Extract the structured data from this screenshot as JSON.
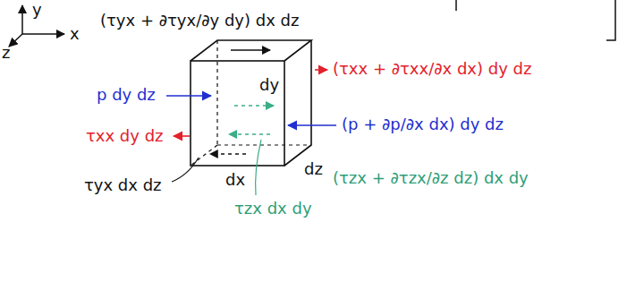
{
  "diagram": {
    "labels": [
      "y",
      "x",
      "z",
      "(τyx + ∂τyx/∂y dy) dx dz",
      "dy",
      "(τxx + ∂τxx/∂x dx) dy dz",
      "p dy dz",
      "(p + ∂p/∂x dx) dy dz",
      "τxx dy dz",
      "(τzx + ∂τzx/∂z dz) dx dy",
      "dx",
      "dz",
      "τyx dx dz",
      "τzx dx dy"
    ]
  }
}
